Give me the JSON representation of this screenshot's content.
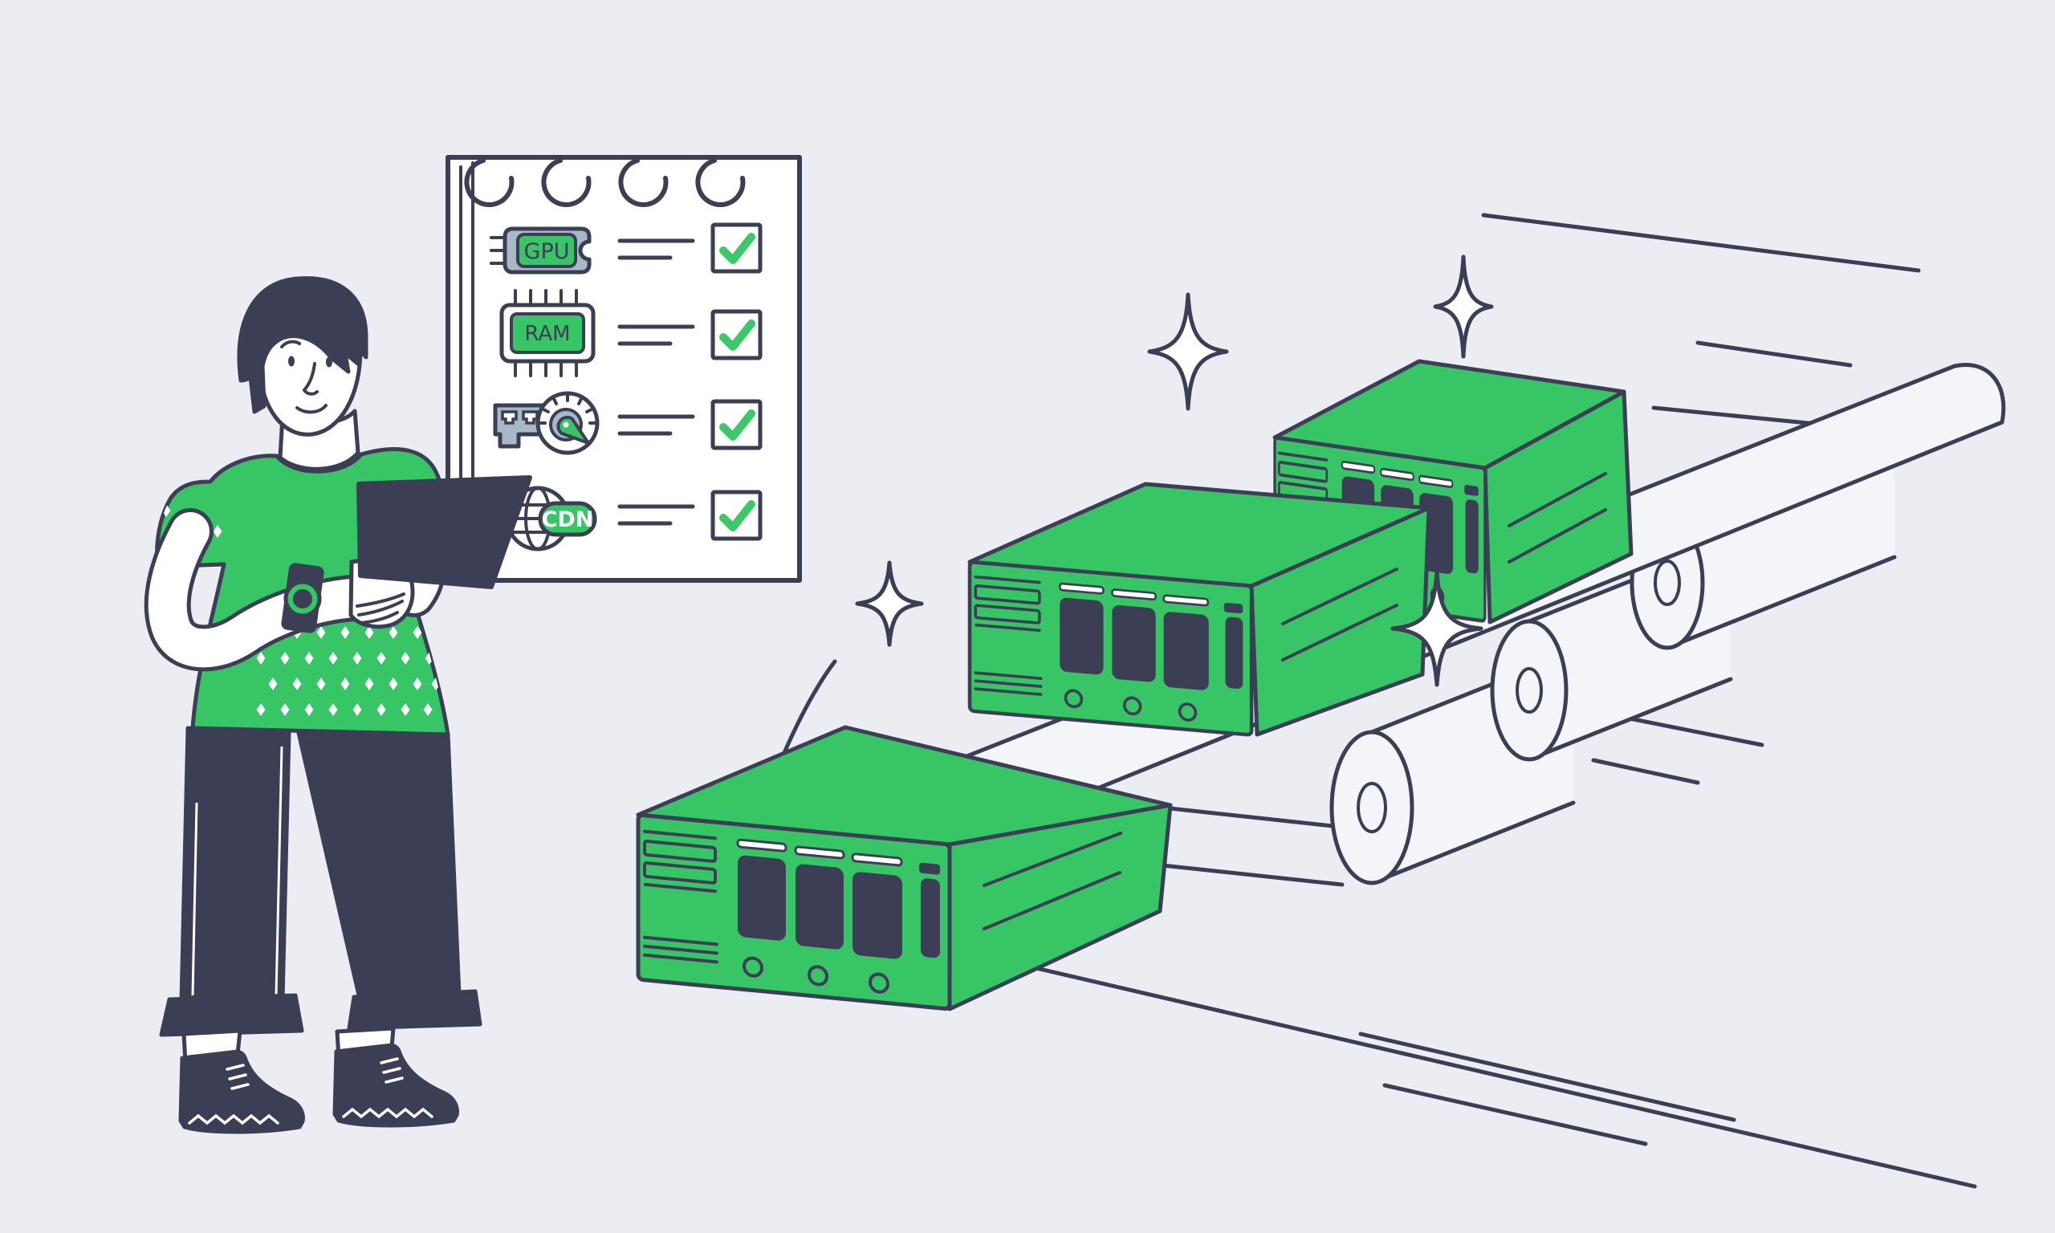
{
  "palette": {
    "background": "#ecedf2",
    "outline": "#3b3e54",
    "green": "#37c565",
    "grey": "#a7b9c4",
    "white": "#ffffff",
    "surface": "#f4f5f9",
    "check": "#3cc768"
  },
  "checklist": {
    "items": [
      {
        "icon": "gpu-card-icon",
        "label": "GPU",
        "checked": true
      },
      {
        "icon": "ram-chip-icon",
        "label": "RAM",
        "checked": true
      },
      {
        "icon": "network-card-speedometer-icon",
        "label": "",
        "checked": true
      },
      {
        "icon": "cdn-globe-icon",
        "label": "CDN",
        "checked": true
      }
    ]
  },
  "scene": {
    "servers_on_belt": 3,
    "sparkles": 4
  }
}
